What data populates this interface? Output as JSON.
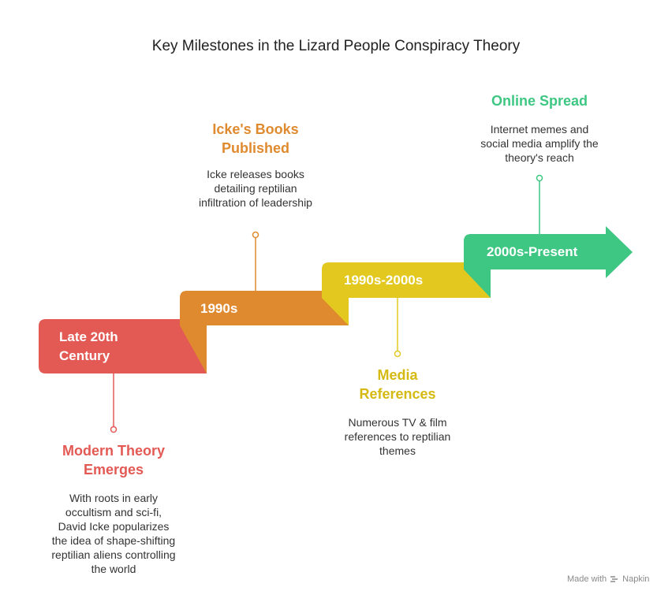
{
  "title": "Key Milestones in the Lizard People Conspiracy Theory",
  "milestones": [
    {
      "period": "Late 20th Century",
      "heading": "Modern Theory Emerges",
      "description": "With roots in early occultism and sci-fi, David Icke popularizes the idea of shape-shifting reptilian aliens controlling the world",
      "color": "#E35A55"
    },
    {
      "period": "1990s",
      "heading": "Icke's Books Published",
      "description": "Icke releases books detailing reptilian infiltration of leadership",
      "color": "#E08A2F"
    },
    {
      "period": "1990s-2000s",
      "heading": "Media References",
      "description": "Numerous TV & film references to reptilian themes",
      "color": "#E3C91F"
    },
    {
      "period": "2000s-Present",
      "heading": "Online Spread",
      "description": "Internet memes and social media amplify the theory's reach",
      "color": "#3EC783"
    }
  ],
  "footer": {
    "made_with": "Made with",
    "brand": "Napkin",
    "icon": "napkin-logo-icon"
  }
}
